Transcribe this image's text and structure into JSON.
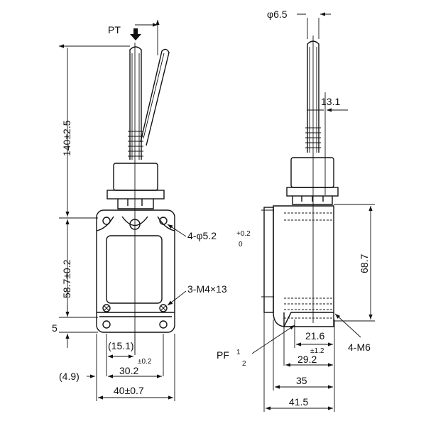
{
  "front_view": {
    "pt": "PT",
    "length_140": "140±2.5",
    "height_58": "58.7±0.2",
    "dim_5": "5",
    "holes": "4-φ5.2",
    "holes_tol_plus": "+0.2",
    "holes_tol_zero": "0",
    "screws": "3-M4×13",
    "dim_15_1": "(15.1)",
    "dim_30_2": "30.2",
    "dim_30_2_tol": "±0.2",
    "dim_4_9": "(4.9)",
    "width_40": "40±0.7"
  },
  "side_view": {
    "rod_dia": "φ6.5",
    "dim_13_1": "13.1",
    "height_68_7": "68.7",
    "dim_21_6": "21.6",
    "dim_29_2": "29.2",
    "dim_29_2_tol": "±1.2",
    "conduit": "PF",
    "conduit_num": "1",
    "conduit_den": "2",
    "thread": "4-M6",
    "dim_35": "35",
    "dim_41_5": "41.5"
  }
}
